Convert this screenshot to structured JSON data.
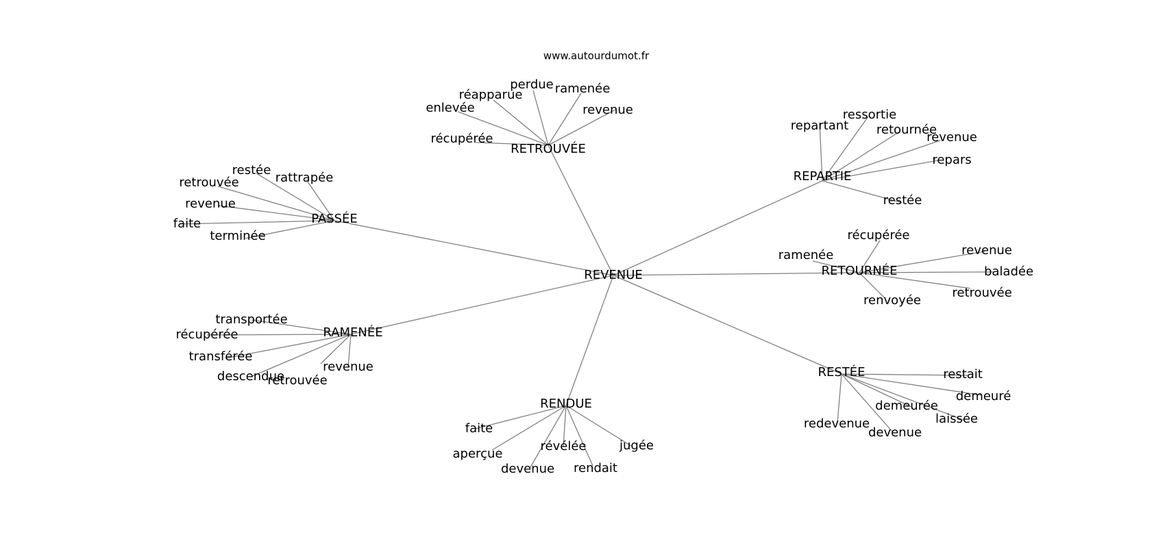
{
  "site_label": "www.autourdumot.fr",
  "colors": {
    "edge": "#808080",
    "text": "#000000",
    "background": "#ffffff"
  },
  "graph": {
    "center": "REVENUE",
    "clusters": [
      {
        "hub": "RETROUVÉE",
        "words": [
          "perdue",
          "réapparue",
          "ramenée",
          "enlevée",
          "revenue",
          "récupérée"
        ]
      },
      {
        "hub": "REPARTIE",
        "words": [
          "ressortie",
          "repartant",
          "retournée",
          "revenue",
          "repars",
          "restée"
        ]
      },
      {
        "hub": "PASSÉE",
        "words": [
          "restée",
          "rattrapée",
          "retrouvée",
          "revenue",
          "faite",
          "terminée"
        ]
      },
      {
        "hub": "RETOURNÉE",
        "words": [
          "récupérée",
          "ramenée",
          "revenue",
          "baladée",
          "retrouvée",
          "renvoyée"
        ]
      },
      {
        "hub": "RAMENÉE",
        "words": [
          "transportée",
          "récupérée",
          "transférée",
          "revenue",
          "descendue",
          "retrouvée"
        ]
      },
      {
        "hub": "RESTÉE",
        "words": [
          "restait",
          "demeuré",
          "demeurée",
          "laissée",
          "redevenue",
          "devenue"
        ]
      },
      {
        "hub": "RENDUE",
        "words": [
          "faite",
          "aperçue",
          "révélée",
          "jugée",
          "devenue",
          "rendait"
        ]
      }
    ]
  }
}
